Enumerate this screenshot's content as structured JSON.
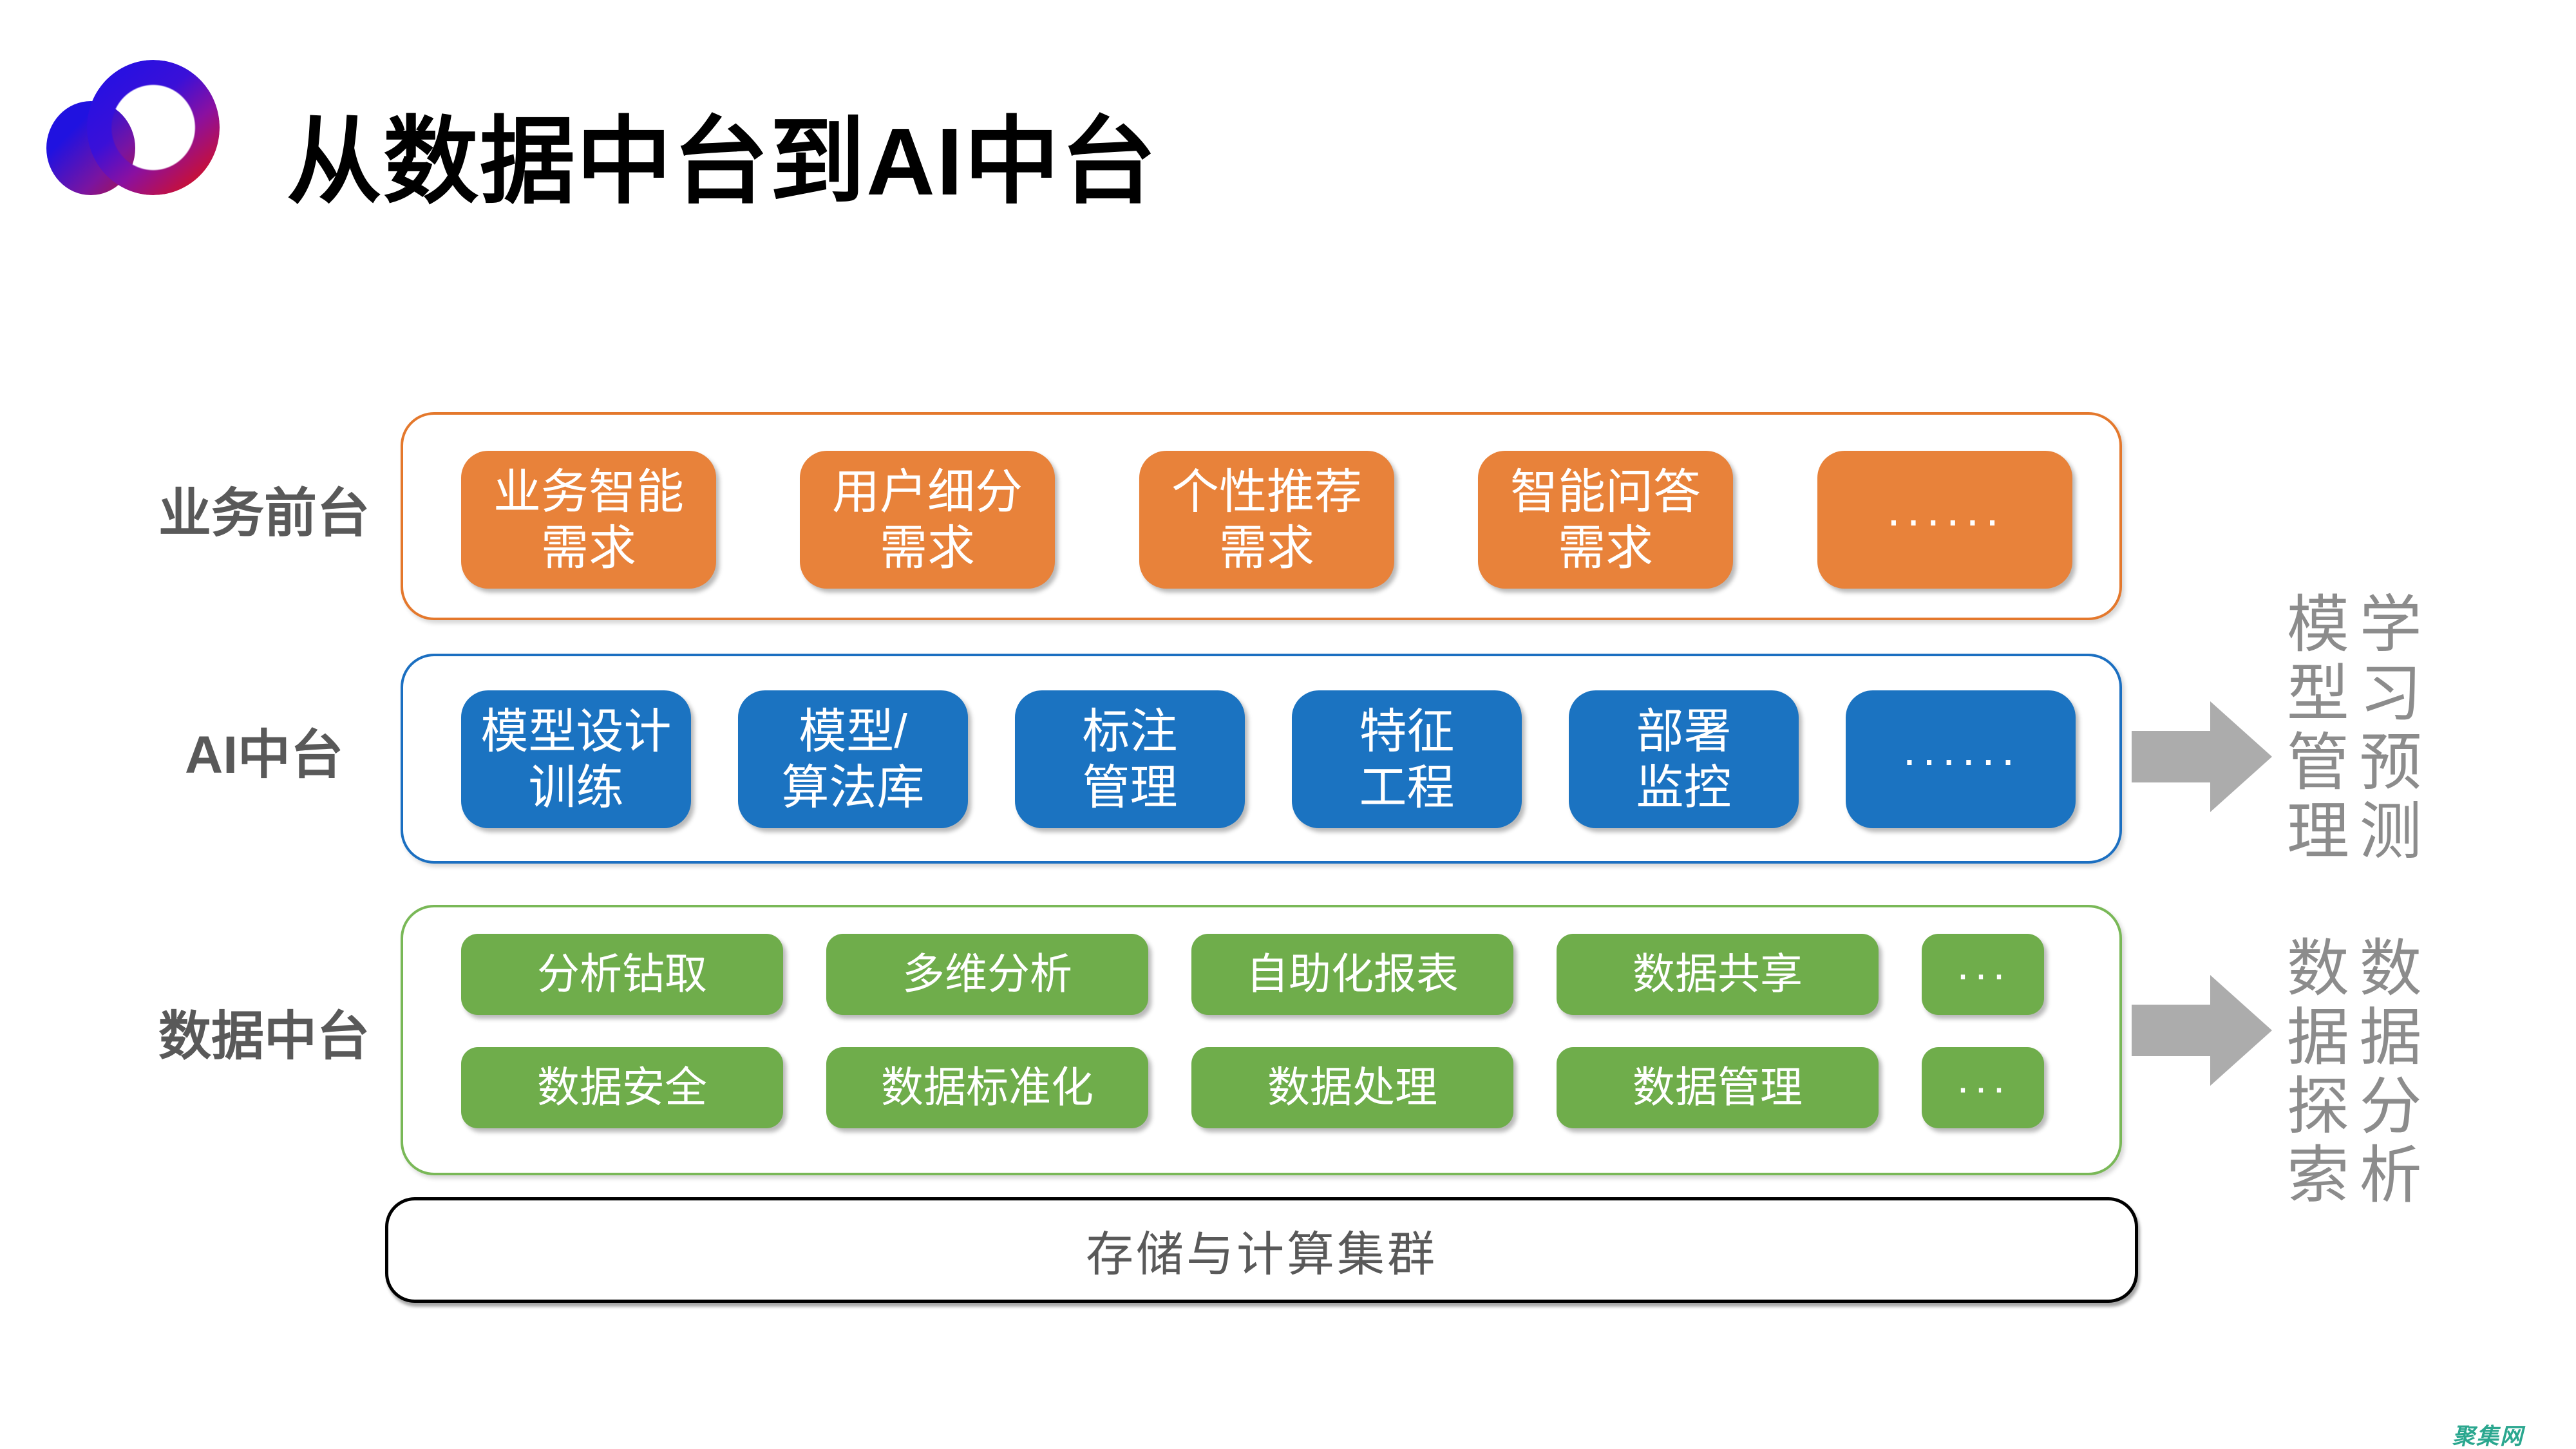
{
  "title": "从数据中台到AI中台",
  "watermark": "聚集网",
  "colors": {
    "orange": "#e8823a",
    "blue": "#1b73c1",
    "green": "#6fad4b",
    "label_gray": "#595959",
    "side_gray": "#8c8c8c",
    "arrow_gray": "#acacac",
    "watermark_teal": "#2ba78f"
  },
  "layers": [
    {
      "label": "业务前台",
      "boxes": [
        {
          "lines": [
            "业务智能",
            "需求"
          ]
        },
        {
          "lines": [
            "用户细分",
            "需求"
          ]
        },
        {
          "lines": [
            "个性推荐",
            "需求"
          ]
        },
        {
          "lines": [
            "智能问答",
            "需求"
          ]
        },
        {
          "lines": [
            "······"
          ]
        }
      ]
    },
    {
      "label": "AI中台",
      "boxes": [
        {
          "lines": [
            "模型设计",
            "训练"
          ]
        },
        {
          "lines": [
            "模型/",
            "算法库"
          ]
        },
        {
          "lines": [
            "标注",
            "管理"
          ]
        },
        {
          "lines": [
            "特征",
            "工程"
          ]
        },
        {
          "lines": [
            "部署",
            "监控"
          ]
        },
        {
          "lines": [
            "······"
          ]
        }
      ]
    },
    {
      "label": "数据中台",
      "boxes_top": [
        "分析钻取",
        "多维分析",
        "自助化报表",
        "数据共享",
        "···"
      ],
      "boxes_bottom": [
        "数据安全",
        "数据标准化",
        "数据处理",
        "数据管理",
        "···"
      ]
    }
  ],
  "bottom_box": "存储与计算集群",
  "side_annotations": [
    {
      "columns": [
        "模型管理",
        "学习预测"
      ]
    },
    {
      "columns": [
        "数据探索",
        "数据分析"
      ]
    }
  ]
}
